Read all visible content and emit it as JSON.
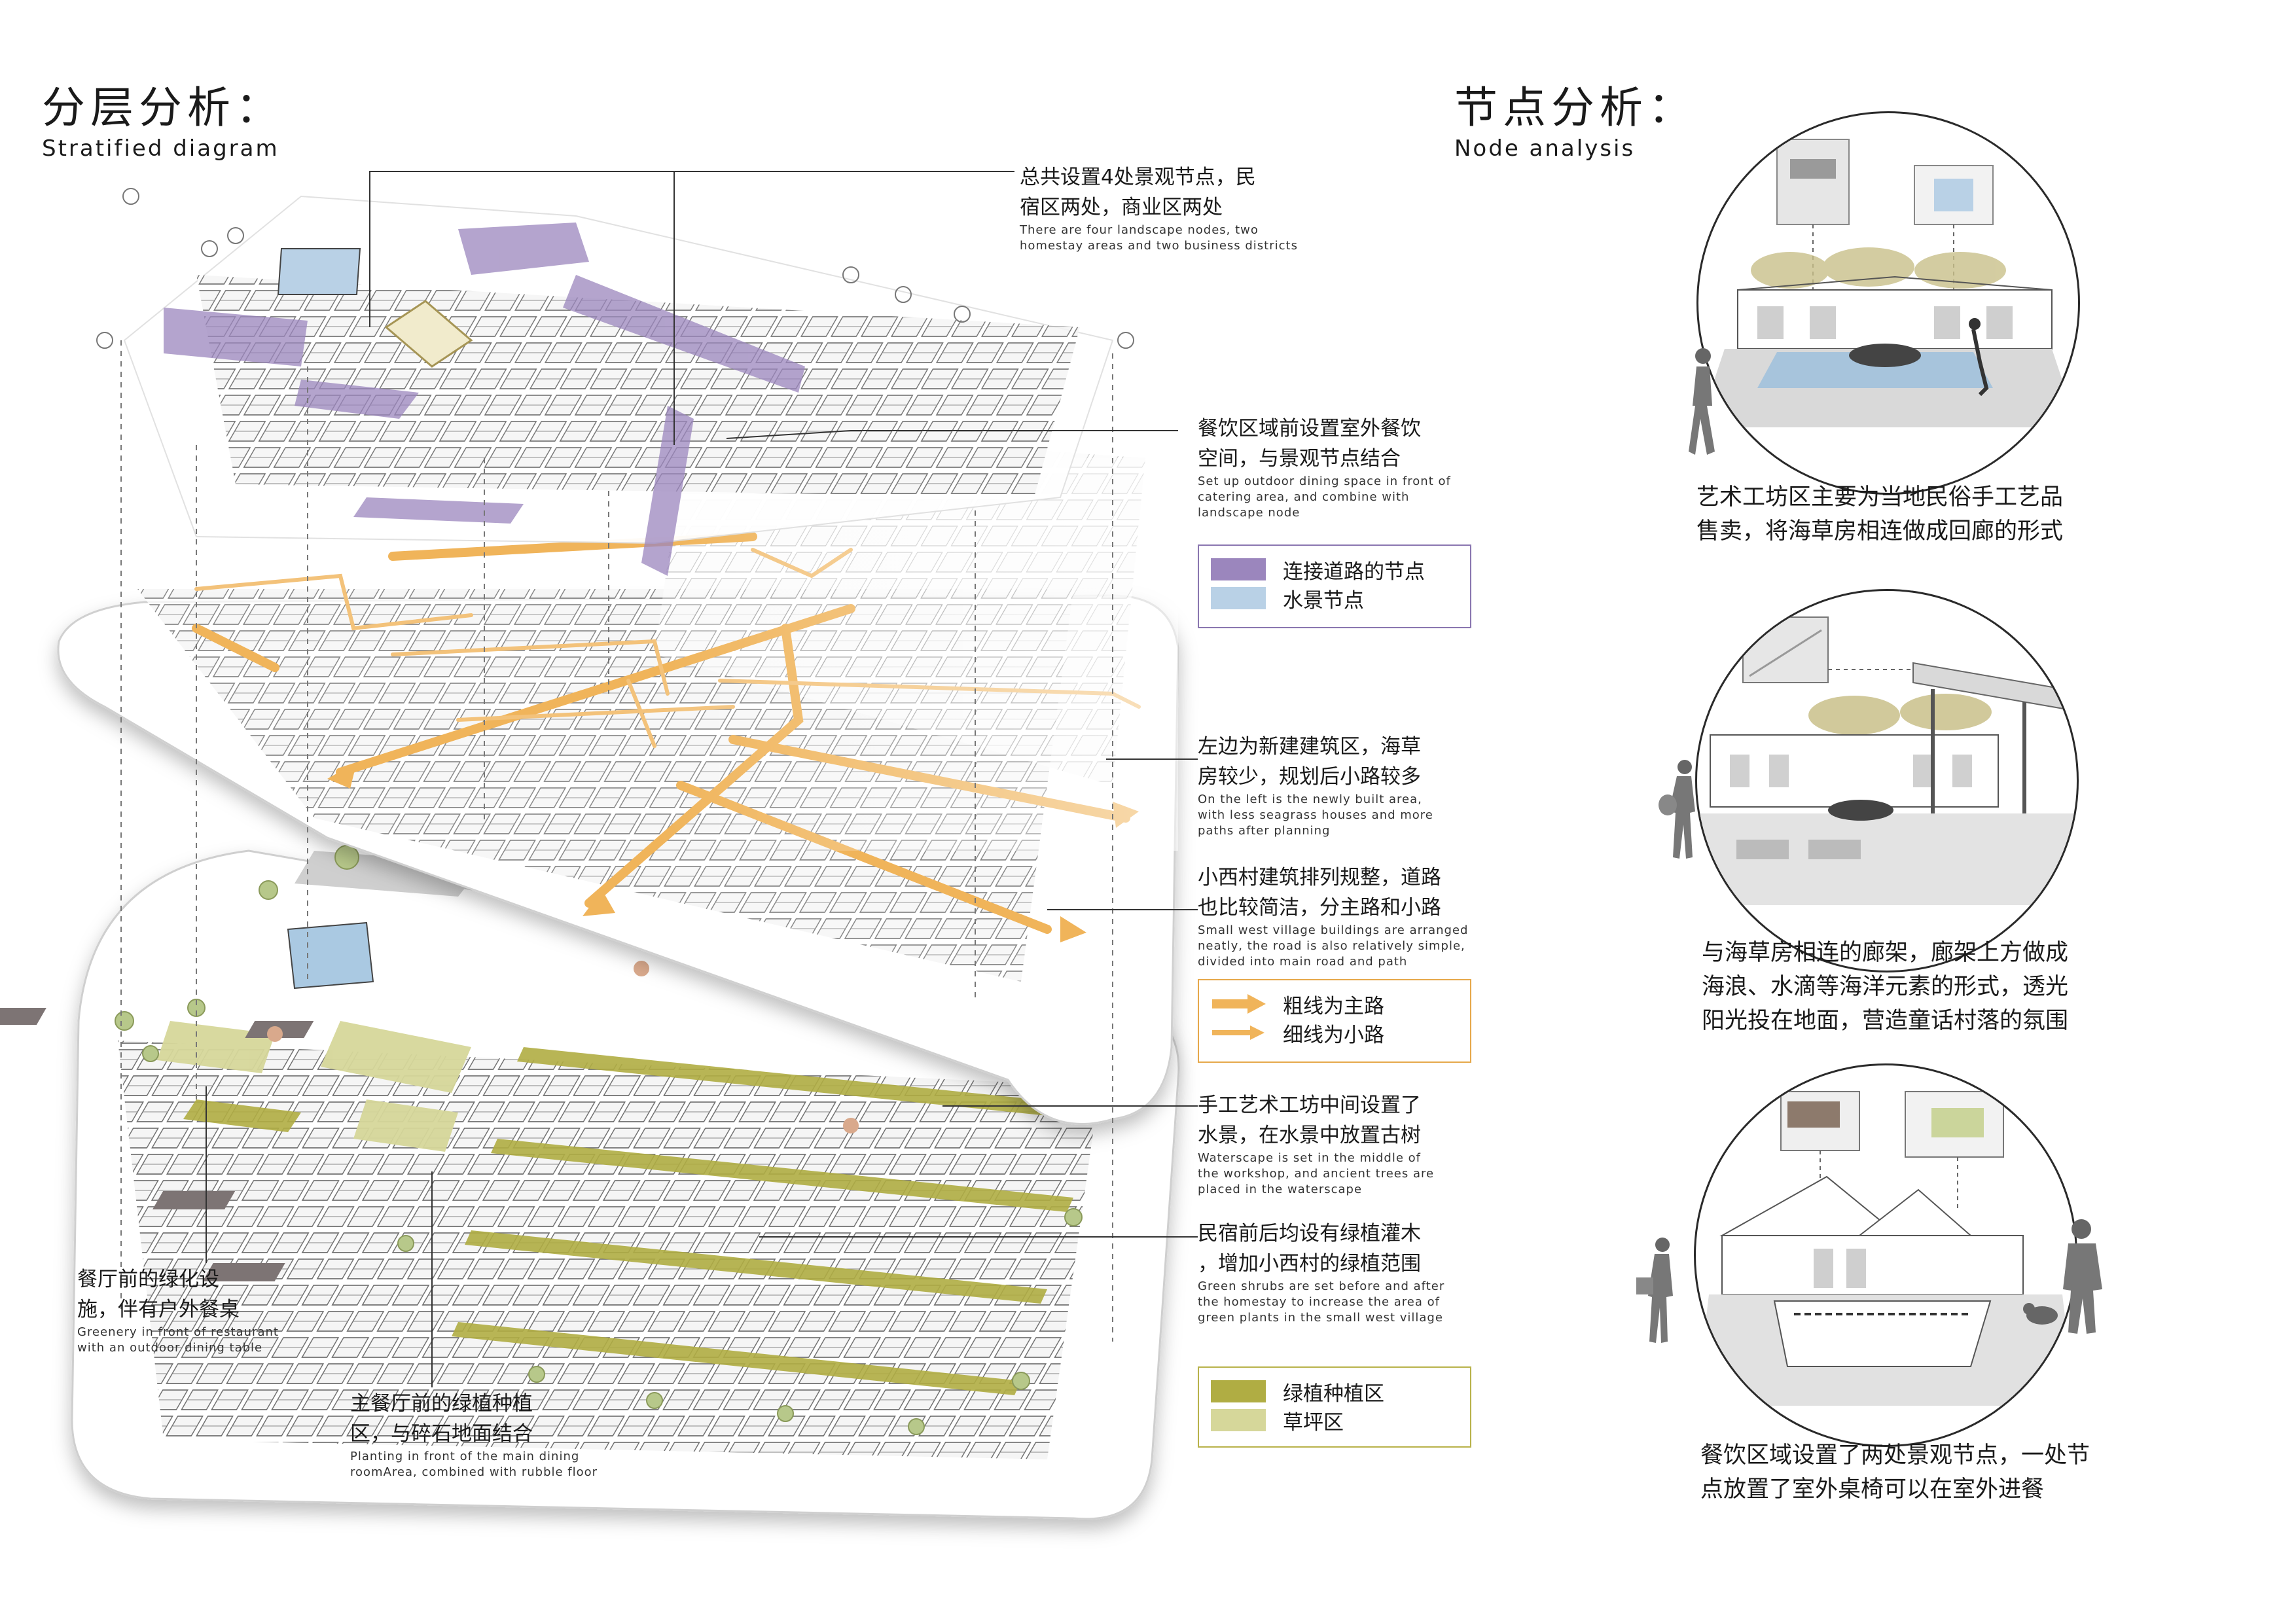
{
  "headings": {
    "stratified_cn": "分层分析：",
    "stratified_en": "Stratified diagram",
    "node_cn": "节点分析：",
    "node_en": "Node analysis"
  },
  "annotations": {
    "a1_cn": [
      "总共设置4处景观节点，民",
      "宿区两处，商业区两处"
    ],
    "a1_en": [
      "There are four landscape nodes, two",
      "homestay areas and two business districts"
    ],
    "a2_cn": [
      "餐饮区域前设置室外餐饮",
      "空间，与景观节点结合"
    ],
    "a2_en": [
      "Set up outdoor dining space in front of",
      "catering area, and combine with",
      "landscape node"
    ],
    "a3_cn": [
      "左边为新建建筑区，海草",
      "房较少，规划后小路较多"
    ],
    "a3_en": [
      "On the left is the newly built area,",
      "with less seagrass houses and more",
      "paths after planning"
    ],
    "a4_cn": [
      "小西村建筑排列规整，道路",
      "也比较简洁，分主路和小路"
    ],
    "a4_en": [
      "Small west village buildings are arranged",
      "neatly, the road is also relatively simple,",
      "divided into main road and path"
    ],
    "a5_cn": [
      "手工艺术工坊中间设置了",
      "水景，在水景中放置古树"
    ],
    "a5_en": [
      "Waterscape is set in the middle of",
      "the workshop, and ancient trees are",
      "placed in the waterscape"
    ],
    "a6_cn": [
      "民宿前后均设有绿植灌木",
      "，增加小西村的绿植范围"
    ],
    "a6_en": [
      "Green shrubs are set before and after",
      "the homestay to increase the area of",
      "green plants in the small west village"
    ],
    "a7_cn": [
      "餐厅前的绿化设",
      "施，伴有户外餐桌"
    ],
    "a7_en": [
      "Greenery in front of restaurant",
      "with an outdoor dining table"
    ],
    "a8_cn": [
      "主餐厅前的绿植种植",
      "区，与碎石地面结合"
    ],
    "a8_en": [
      "Planting in front of the main dining",
      "roomArea, combined with rubble floor"
    ]
  },
  "legends": {
    "nodes": {
      "items": [
        {
          "label": "连接道路的节点",
          "color": "#9b86bd"
        },
        {
          "label": "水景节点",
          "color": "#b9d1e6"
        }
      ],
      "border": "#8a76b0"
    },
    "roads": {
      "items": [
        {
          "label": "粗线为主路",
          "icon": "thick-arrow-icon"
        },
        {
          "label": "细线为小路",
          "icon": "thin-arrow-icon"
        }
      ],
      "color": "#f0b45a",
      "border": "#e6a84a"
    },
    "green": {
      "items": [
        {
          "label": "绿植种植区",
          "color": "#b0ad43"
        },
        {
          "label": "草坪区",
          "color": "#d6d79a"
        }
      ],
      "border": "#b8b24a"
    }
  },
  "captions": {
    "c1": [
      "艺术工坊区主要为当地民俗手工艺品",
      "售卖，将海草房相连做成回廊的形式"
    ],
    "c2": [
      "与海草房相连的廊架，廊架上方做成",
      "海浪、水滴等海洋元素的形式，透光",
      "阳光投在地面，营造童话村落的氛围"
    ],
    "c3": [
      "餐饮区域设置了两处景观节点，一处节",
      "点放置了室外桌椅可以在室外进餐"
    ]
  }
}
